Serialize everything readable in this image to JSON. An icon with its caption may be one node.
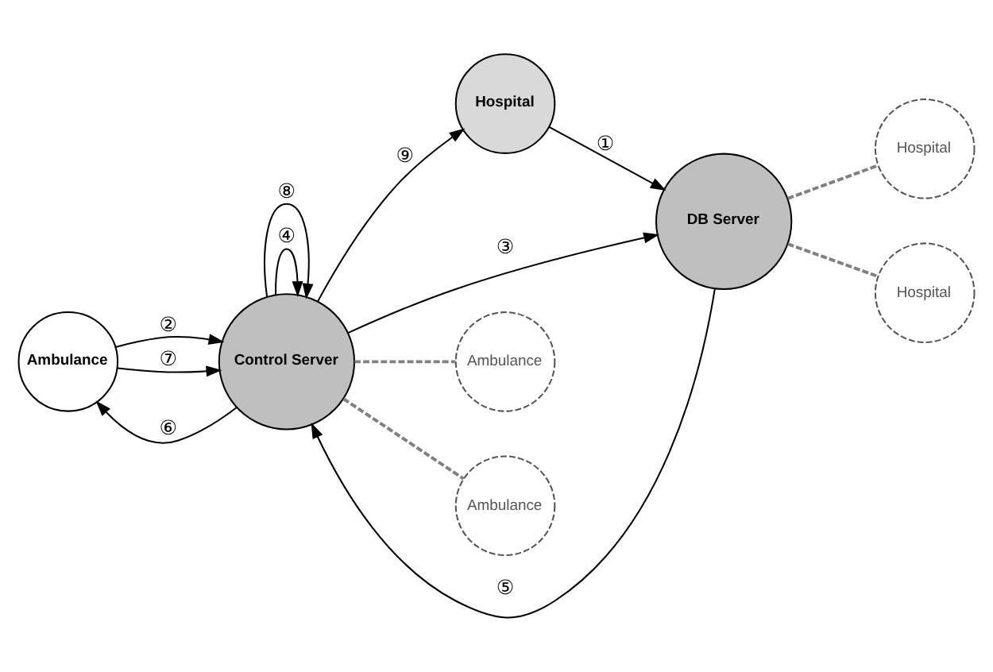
{
  "diagram": {
    "nodes": [
      {
        "text": [
          "Ambulance"
        ]
      },
      {
        "text": [
          "Hospital"
        ]
      },
      {
        "text": [
          "Control Server"
        ]
      },
      {
        "text": [
          "DB Server"
        ]
      },
      {
        "text": [
          "Ambulance"
        ]
      },
      {
        "text": [
          "Hospital"
        ]
      },
      {
        "text": [
          "Ambulance"
        ]
      },
      {
        "text": [
          "Hospital"
        ]
      }
    ],
    "edges": [
      {
        "from": 1,
        "to": 3,
        "arrow": "to",
        "label": "①"
      },
      {
        "from": 0,
        "to": 2,
        "arrow": "to",
        "label": "②"
      },
      {
        "from": 2,
        "to": 3,
        "arrow": "to",
        "label": "③"
      },
      {
        "from": 2,
        "to": 2,
        "arrow": "to",
        "label": "④"
      },
      {
        "from": 3,
        "to": 2,
        "arrow": "to",
        "label": "⑤"
      },
      {
        "from": 2,
        "to": 0,
        "arrow": "to",
        "label": "⑥"
      },
      {
        "from": 0,
        "to": 2,
        "arrow": "to",
        "label": "⑦"
      },
      {
        "from": 2,
        "to": 2,
        "arrow": "to",
        "label": "⑧"
      },
      {
        "from": 2,
        "to": 1,
        "arrow": "to",
        "label": "⑨"
      },
      {
        "from": 2,
        "to": 4,
        "arrow": "none",
        "style": "dashed",
        "color": "#808080"
      },
      {
        "from": 2,
        "to": 6,
        "arrow": "none",
        "style": "dashed",
        "color": "#808080"
      },
      {
        "from": 3,
        "to": 7,
        "arrow": "none",
        "style": "dashed",
        "color": "#808080"
      },
      {
        "from": 3,
        "to": 5,
        "arrow": "none",
        "style": "dashed",
        "color": "#808080"
      }
    ]
  }
}
